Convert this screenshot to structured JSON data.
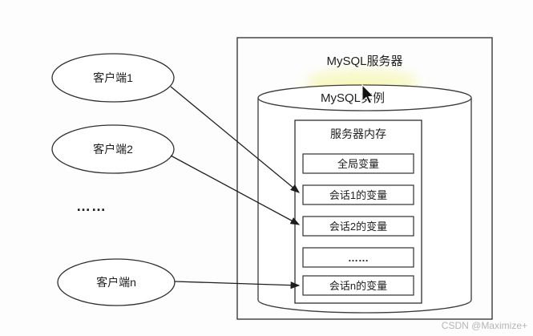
{
  "server": {
    "title": "MySQL服务器"
  },
  "instance": {
    "label": "MySQL实例"
  },
  "memory": {
    "title": "服务器内存",
    "boxes": [
      "全局变量",
      "会话1的变量",
      "会话2的变量",
      "……",
      "会话n的变量"
    ]
  },
  "clients": {
    "items": [
      "客户端1",
      "客户端2",
      "客户端n"
    ],
    "ellipsis": "……"
  },
  "watermark": "CSDN @Maximize+",
  "colors": {
    "line": "#2e2e2e",
    "highlight": "#f5f5a0",
    "fill": "#ffffff"
  }
}
